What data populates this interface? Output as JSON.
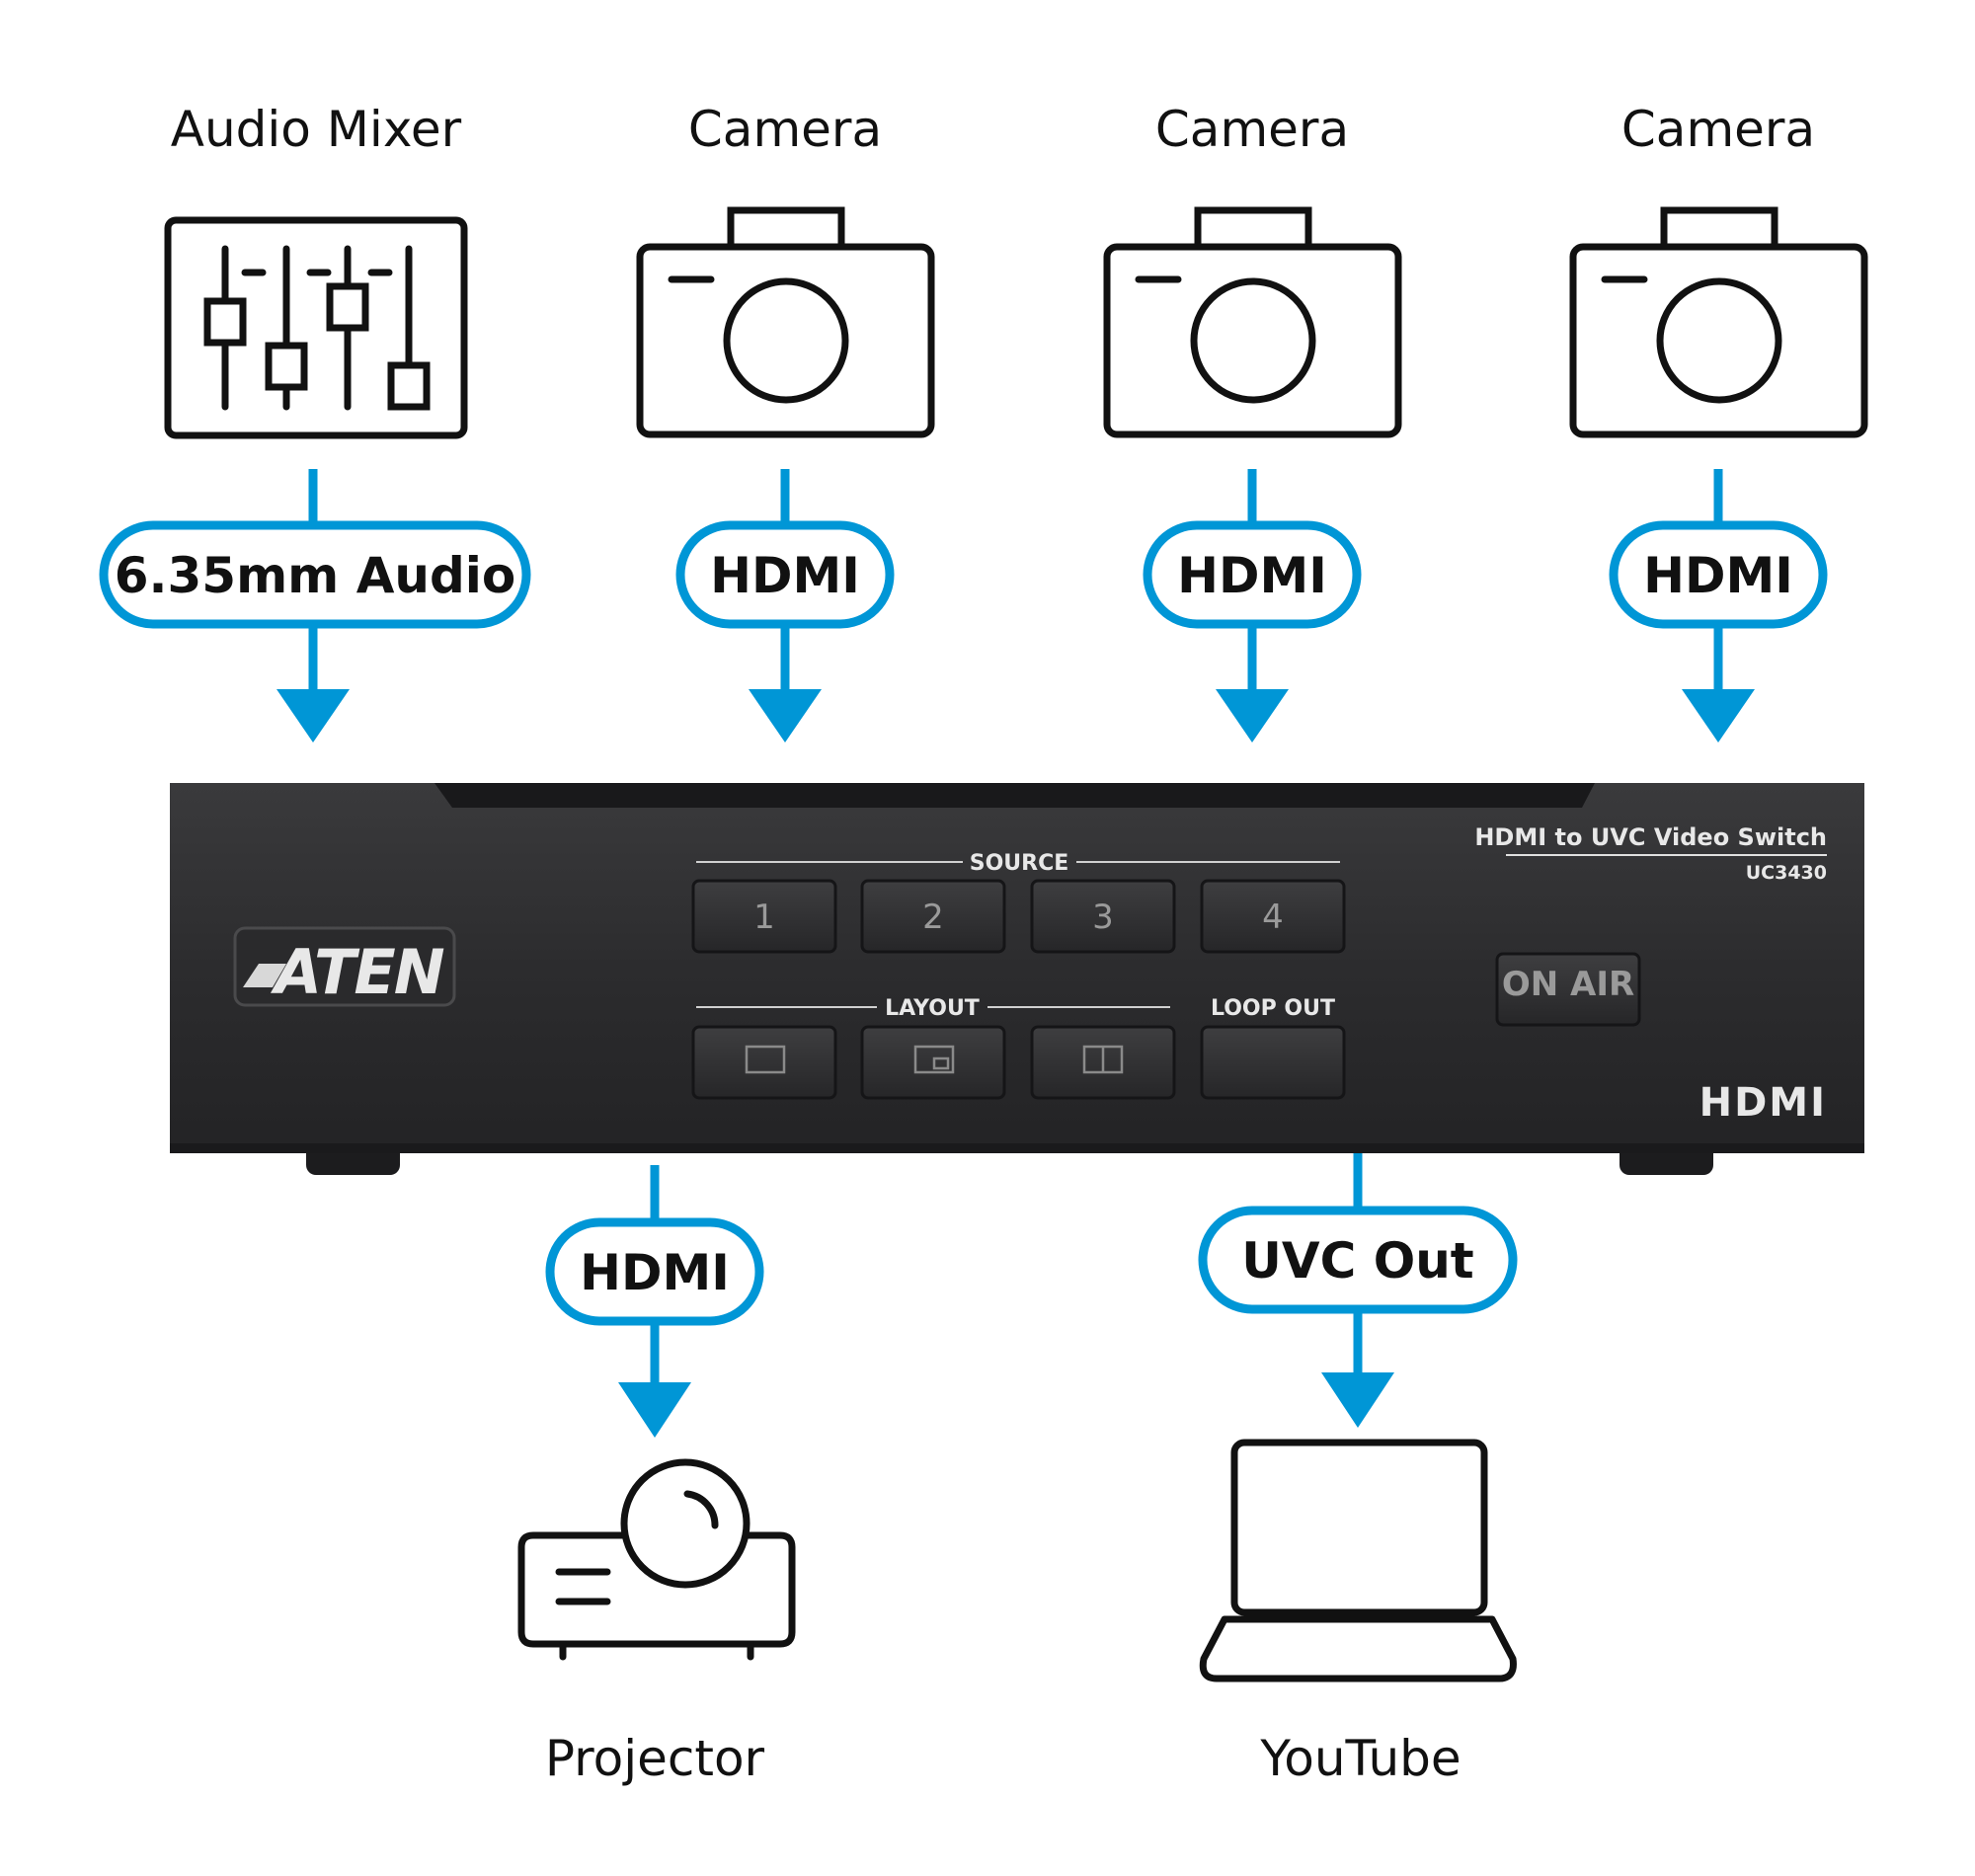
{
  "colors": {
    "accent": "#0096d6",
    "icon_stroke": "#111111",
    "device_body": "#2d2d2f"
  },
  "inputs": [
    {
      "label": "Audio Mixer",
      "icon": "audio-mixer-icon",
      "connection": "6.35mm Audio"
    },
    {
      "label": "Camera",
      "icon": "camera-icon",
      "connection": "HDMI"
    },
    {
      "label": "Camera",
      "icon": "camera-icon",
      "connection": "HDMI"
    },
    {
      "label": "Camera",
      "icon": "camera-icon",
      "connection": "HDMI"
    }
  ],
  "device": {
    "brand": "ATEN",
    "product_name": "HDMI to UVC Video Switch",
    "model": "UC3430",
    "source_label": "SOURCE",
    "source_buttons": [
      "1",
      "2",
      "3",
      "4"
    ],
    "layout_label": "LAYOUT",
    "layout_icons": [
      "single-view-icon",
      "picture-in-picture-icon",
      "side-by-side-icon"
    ],
    "loop_out_label": "LOOP OUT",
    "on_air_label": "ON AIR",
    "hdmi_logo": "HDMI"
  },
  "outputs": [
    {
      "label": "Projector",
      "icon": "projector-icon",
      "connection": "HDMI"
    },
    {
      "label": "YouTube",
      "icon": "laptop-icon",
      "connection": "UVC Out"
    }
  ]
}
